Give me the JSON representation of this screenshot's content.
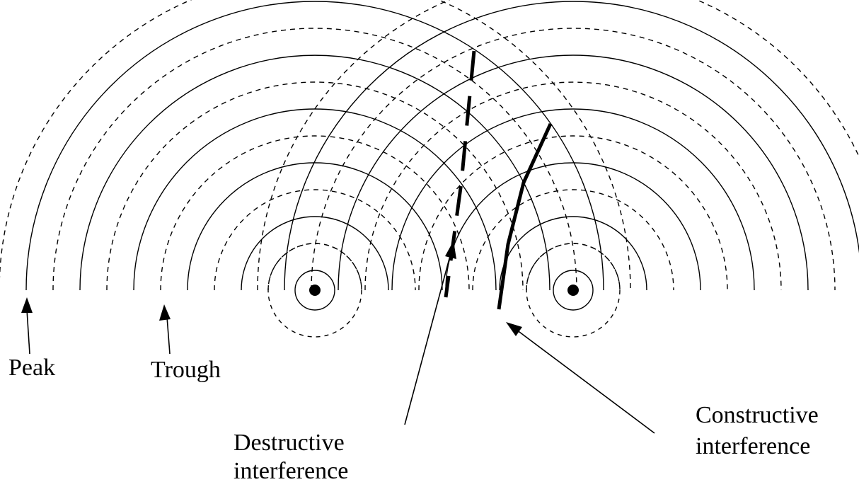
{
  "labels": {
    "peak": "Peak",
    "trough": "Trough",
    "destructive_line1": "Destructive",
    "destructive_line2": "interference",
    "constructive_line1": "Constructive",
    "constructive_line2": "interference"
  },
  "colors": {
    "ink": "#000000",
    "background": "#ffffff"
  }
}
